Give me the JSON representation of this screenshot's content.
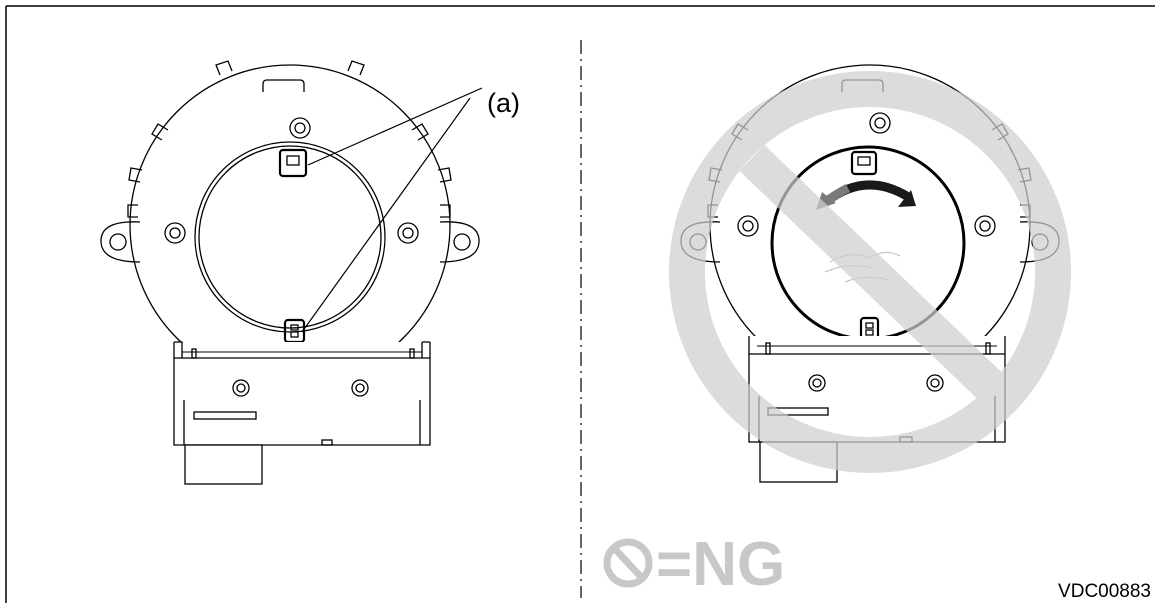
{
  "left_panel": {
    "callout_label": "(a)"
  },
  "right_panel": {
    "ng_legend_text": "=NG"
  },
  "figure_code": "VDC00883",
  "colors": {
    "line": "#000000",
    "ng_gray": "#d2d2d2",
    "ng_text": "#c8c8c8",
    "arrow_dark": "#1a1a1a",
    "arrow_gray": "#7a7a7a"
  },
  "icons": {
    "prohibited": "prohibited-icon",
    "rotation": "rotation-arrow-icon"
  }
}
